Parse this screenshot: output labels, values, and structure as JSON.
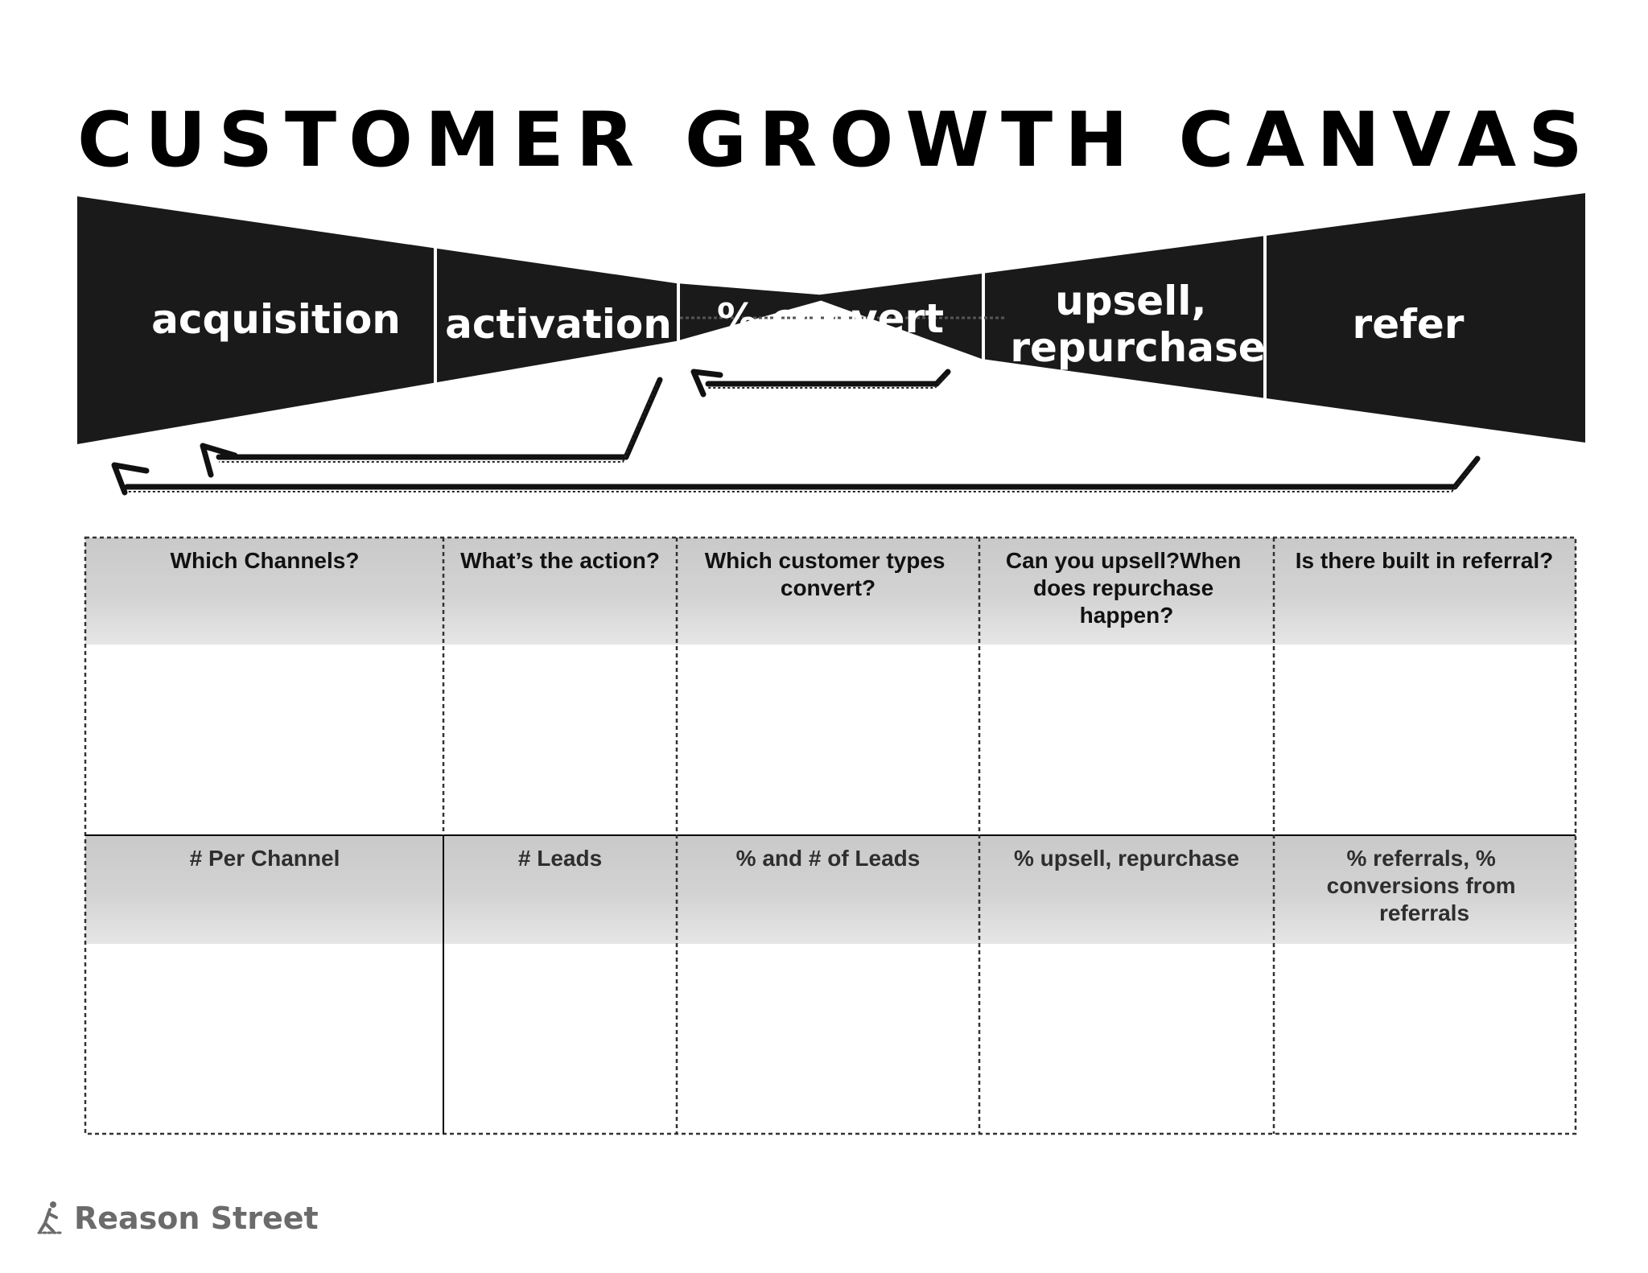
{
  "title": "CUSTOMER GROWTH CANVAS",
  "stages": [
    {
      "lines": [
        "acquisition"
      ]
    },
    {
      "lines": [
        "activation"
      ]
    },
    {
      "lines": [
        "% convert"
      ]
    },
    {
      "lines": [
        "upsell,",
        "repurchase"
      ]
    },
    {
      "lines": [
        "refer"
      ]
    }
  ],
  "questions": [
    {
      "lines": [
        "Which Channels?"
      ]
    },
    {
      "lines": [
        "What’s the action?"
      ]
    },
    {
      "lines": [
        "Which customer types",
        "convert?"
      ]
    },
    {
      "lines": [
        "Can you upsell?When",
        "does repurchase",
        "happen?"
      ]
    },
    {
      "lines": [
        "Is there built in referral?"
      ]
    }
  ],
  "metrics": [
    {
      "lines": [
        "# Per Channel"
      ]
    },
    {
      "lines": [
        "# Leads"
      ]
    },
    {
      "lines": [
        "% and # of Leads"
      ]
    },
    {
      "lines": [
        "% upsell, repurchase"
      ]
    },
    {
      "lines": [
        "% referrals,  %",
        "conversions from",
        "referrals"
      ]
    }
  ],
  "logo": {
    "text": "Reason Street",
    "icon": "walking-figure-icon"
  },
  "colors": {
    "funnel": "#1a1a1a",
    "header_gray": "#d0d0d0",
    "logo_gray": "#6b6b6b"
  }
}
